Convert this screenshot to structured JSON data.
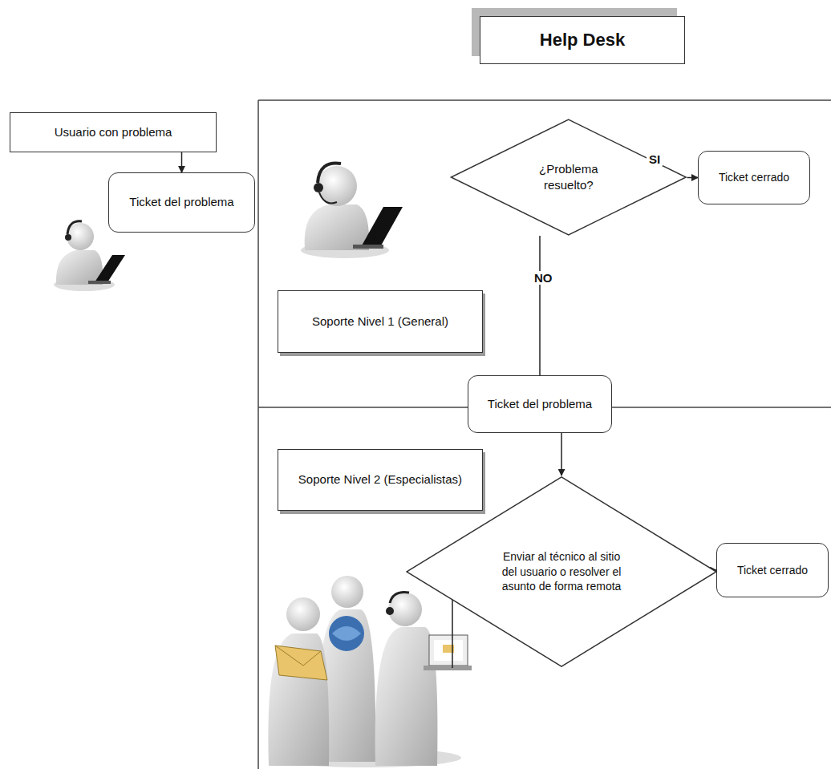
{
  "diagram": {
    "title": "Help Desk",
    "nodes": [
      {
        "text": [
          "Usuario con problema"
        ]
      },
      {
        "text": [
          "Ticket del problema"
        ]
      },
      {
        "text": [
          "¿Problema resuelto?"
        ]
      },
      {
        "text": [
          "Ticket cerrado"
        ]
      },
      {
        "text": [
          "Soporte Nivel 1 (General)"
        ]
      },
      {
        "text": [
          "Ticket del problema"
        ]
      },
      {
        "text": [
          "Soporte Nivel 2 (Especialistas)"
        ]
      },
      {
        "text": [
          "Enviar al técnico al sitio del usuario o resolver el asunto de forma remota"
        ]
      },
      {
        "text": [
          "Ticket cerrado"
        ]
      }
    ],
    "edges": [
      {
        "from": 0,
        "to": 1,
        "arrow": "to"
      },
      {
        "from": 2,
        "to": 3,
        "label": "SI",
        "arrow": "to"
      },
      {
        "from": 2,
        "to": 5,
        "label": "NO",
        "arrow": "none"
      },
      {
        "from": 5,
        "to": 7,
        "arrow": "to"
      },
      {
        "from": 7,
        "to": 8,
        "arrow": "to"
      }
    ]
  }
}
